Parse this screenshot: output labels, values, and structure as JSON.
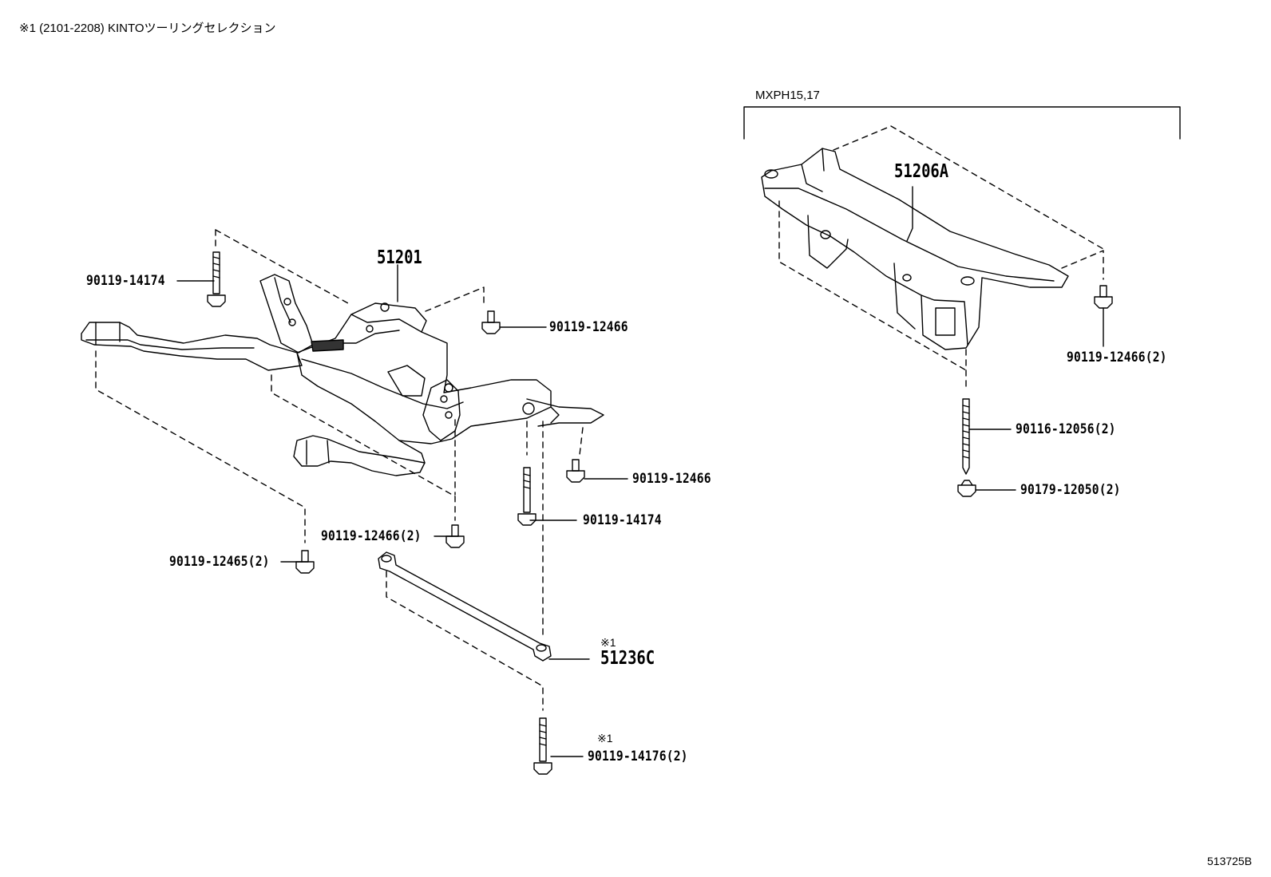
{
  "header": {
    "note_text": "※1 (2101-2208) KINTOツーリングセレクション",
    "diagram_id": "513725B"
  },
  "variant": {
    "label": "MXPH15,17"
  },
  "parts": {
    "crossmember_main": "51201",
    "crossmember_variant": "51206A",
    "brace_mark": "※1",
    "brace": "51236C",
    "bolt_rear_left": "90119-14174",
    "bolt_top_right": "90119-12466",
    "bolt_right_arm": "90119-12466",
    "bolt_front_long": "90119-14174",
    "bolt_center_2": "90119-12466(2)",
    "bolt_left_2": "90119-12465(2)",
    "bolt_brace_mark": "※1",
    "bolt_brace": "90119-14176(2)",
    "variant_bolt": "90119-12466(2)",
    "variant_stud": "90116-12056(2)",
    "variant_nut": "90179-12050(2)"
  },
  "colors": {
    "line": "#000000",
    "background": "#ffffff"
  }
}
